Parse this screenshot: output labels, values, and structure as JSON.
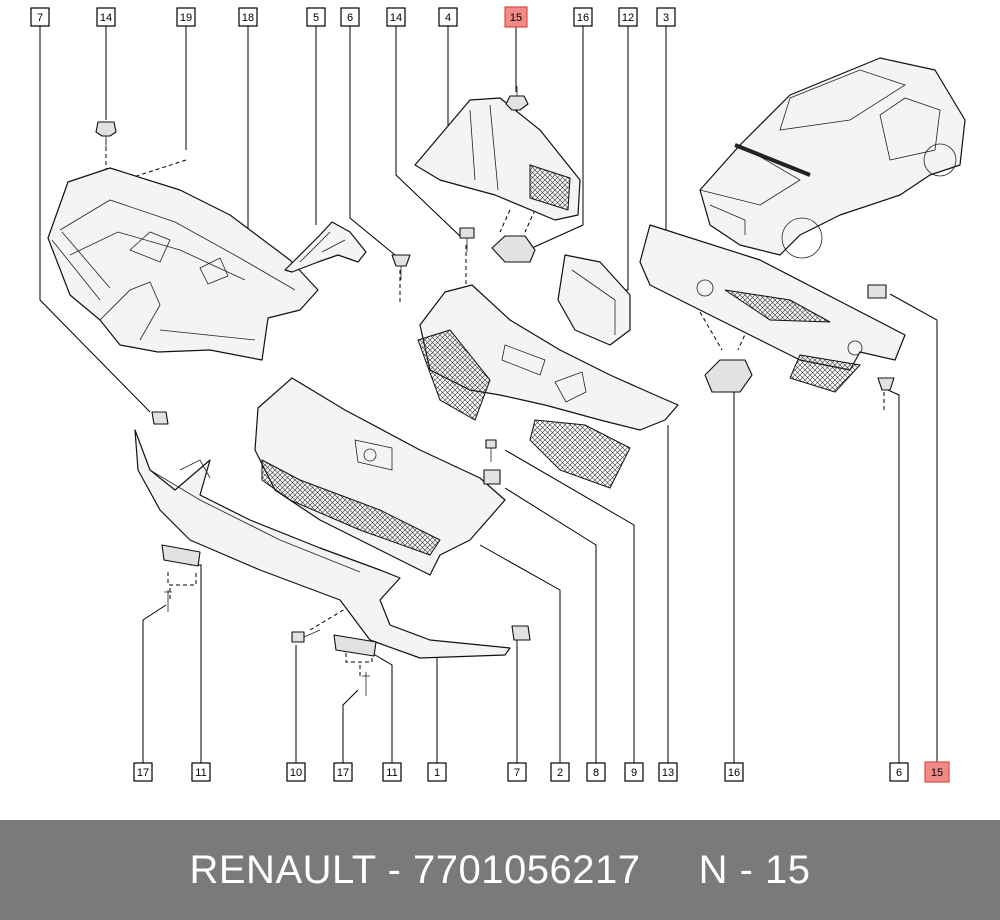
{
  "labels_top": [
    "7",
    "14",
    "19",
    "18",
    "5",
    "6",
    "14",
    "4",
    "15",
    "16",
    "12",
    "3"
  ],
  "labels_bottom": [
    "17",
    "11",
    "10",
    "17",
    "11",
    "1",
    "7",
    "2",
    "8",
    "9",
    "13",
    "16",
    "6",
    "15"
  ],
  "highlight_label": "15",
  "footer": {
    "text": "RENAULT - 7701056217     N - 15"
  },
  "colors": {
    "highlight_fill": "#f08a86",
    "highlight_stroke": "#e04b45",
    "footer_bg": "#7a7a7a",
    "footer_text": "#ffffff"
  }
}
